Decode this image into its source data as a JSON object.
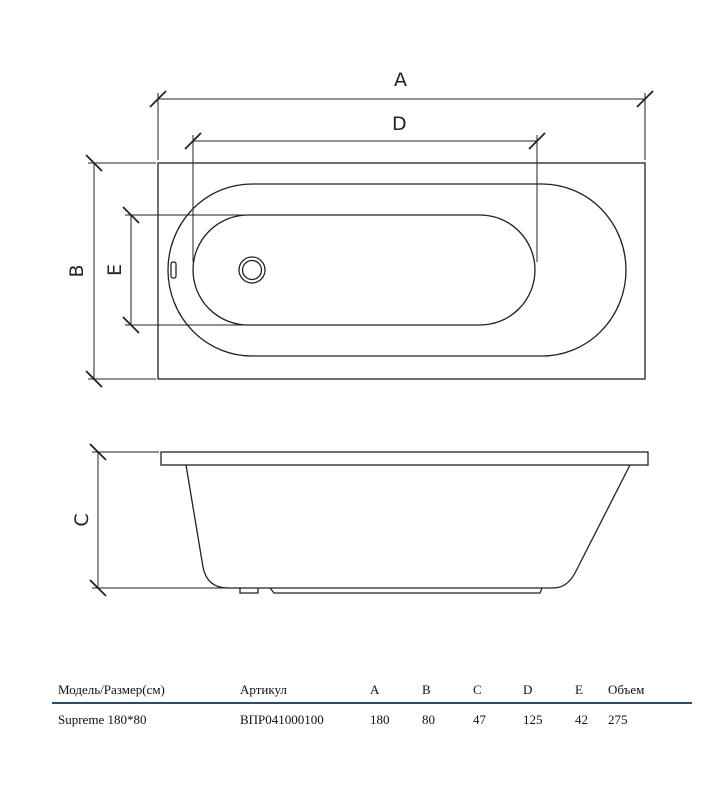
{
  "dimension_labels": {
    "a": "A",
    "b": "B",
    "c": "C",
    "d": "D",
    "e": "E"
  },
  "table": {
    "headers": {
      "model": "Модель/Размер(см)",
      "article": "Артикул",
      "a": "A",
      "b": "B",
      "c": "C",
      "d": "D",
      "e": "E",
      "volume": "Объем"
    },
    "row": {
      "model": "Supreme 180*80",
      "article": "ВПР041000100",
      "a": "180",
      "b": "80",
      "c": "47",
      "d": "125",
      "e": "42",
      "volume": "275"
    }
  },
  "colors": {
    "line": "#222222",
    "table_rule": "#2a4a6e"
  }
}
